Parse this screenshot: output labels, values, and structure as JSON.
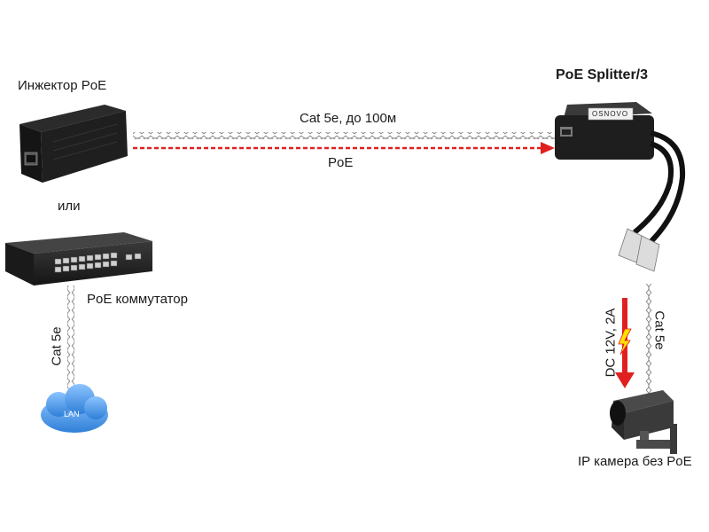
{
  "labels": {
    "injector": "Инжектор PoE",
    "or": "или",
    "switch": "PoE коммутатор",
    "cable_top": "Cat 5e, до 100м",
    "poe": "PoE",
    "splitter": "PoE Splitter/3",
    "cable_left": "Cat 5e",
    "cable_right": "Cat 5e",
    "dc": "DC 12V, 2A",
    "camera": "IP камера без PoE",
    "lan": "LAN",
    "splitter_brand": "OSNOVO"
  },
  "colors": {
    "power_arrow": "#e02020",
    "cable": "#9a9a9a",
    "device_dark": "#1c1c1e",
    "cloud": "#3f8fe0"
  }
}
